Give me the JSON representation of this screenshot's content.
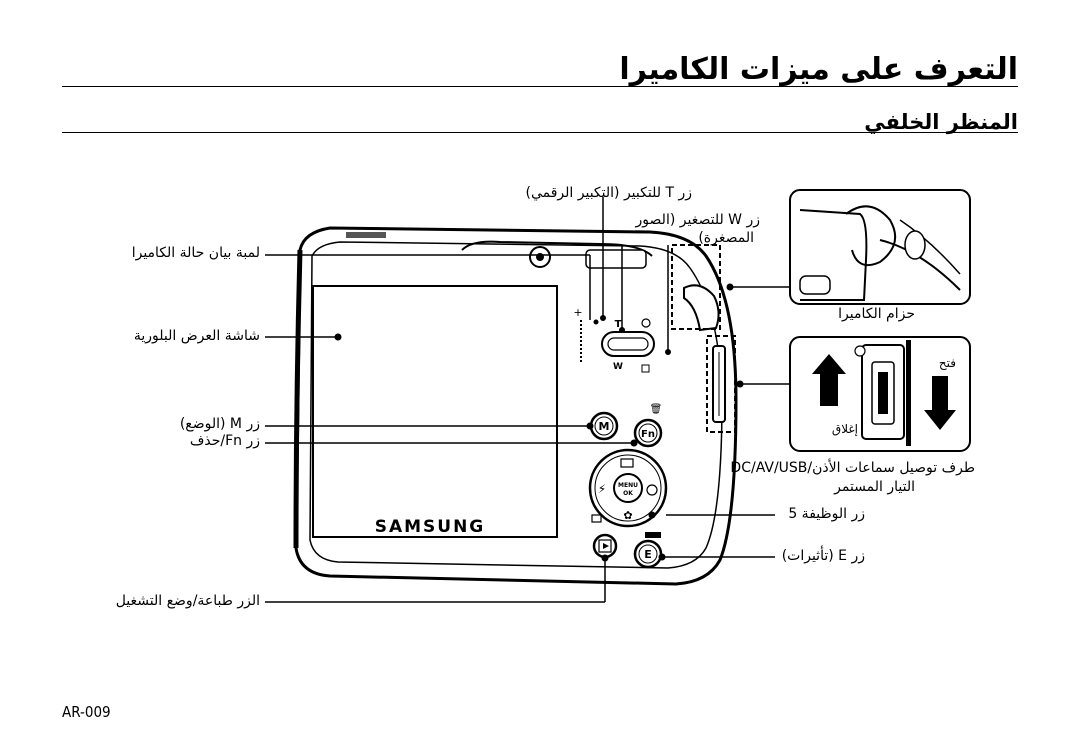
{
  "page": {
    "title": "التعرف على ميزات الكاميرا",
    "subtitle": "المنظر الخلفي",
    "footer": "AR-009"
  },
  "labels": {
    "status_lamp": "لمبة بيان حالة الكاميرا",
    "lcd": "شاشة العرض البلورية",
    "m_button": "زر M (الوضع)",
    "fn_button": "زر Fn/حذف",
    "print_button": "الزر طباعة/وضع التشغيل",
    "zoom_t": "زر T للتكبير (التكبير الرقمي)",
    "zoom_w_1": "زر W للتصغير (الصور",
    "zoom_w_2": "المصغرة)",
    "strap": "حزام الكاميرا",
    "port_1": "طرف توصيل سماعات الأذن/DC/AV/USB",
    "port_2": "التيار المستمر",
    "func5": "زر الوظيفة 5",
    "e_button": "زر E (تأثيرات)",
    "open_label": "فتح",
    "close_label": "إغلاق"
  },
  "camera": {
    "brand": "SAMSUNG",
    "btn_m": "M",
    "btn_fn": "Fn",
    "btn_e": "E",
    "menu_top": "MENU",
    "menu_bottom": "OK",
    "zoom_t": "T",
    "zoom_w": "W"
  }
}
